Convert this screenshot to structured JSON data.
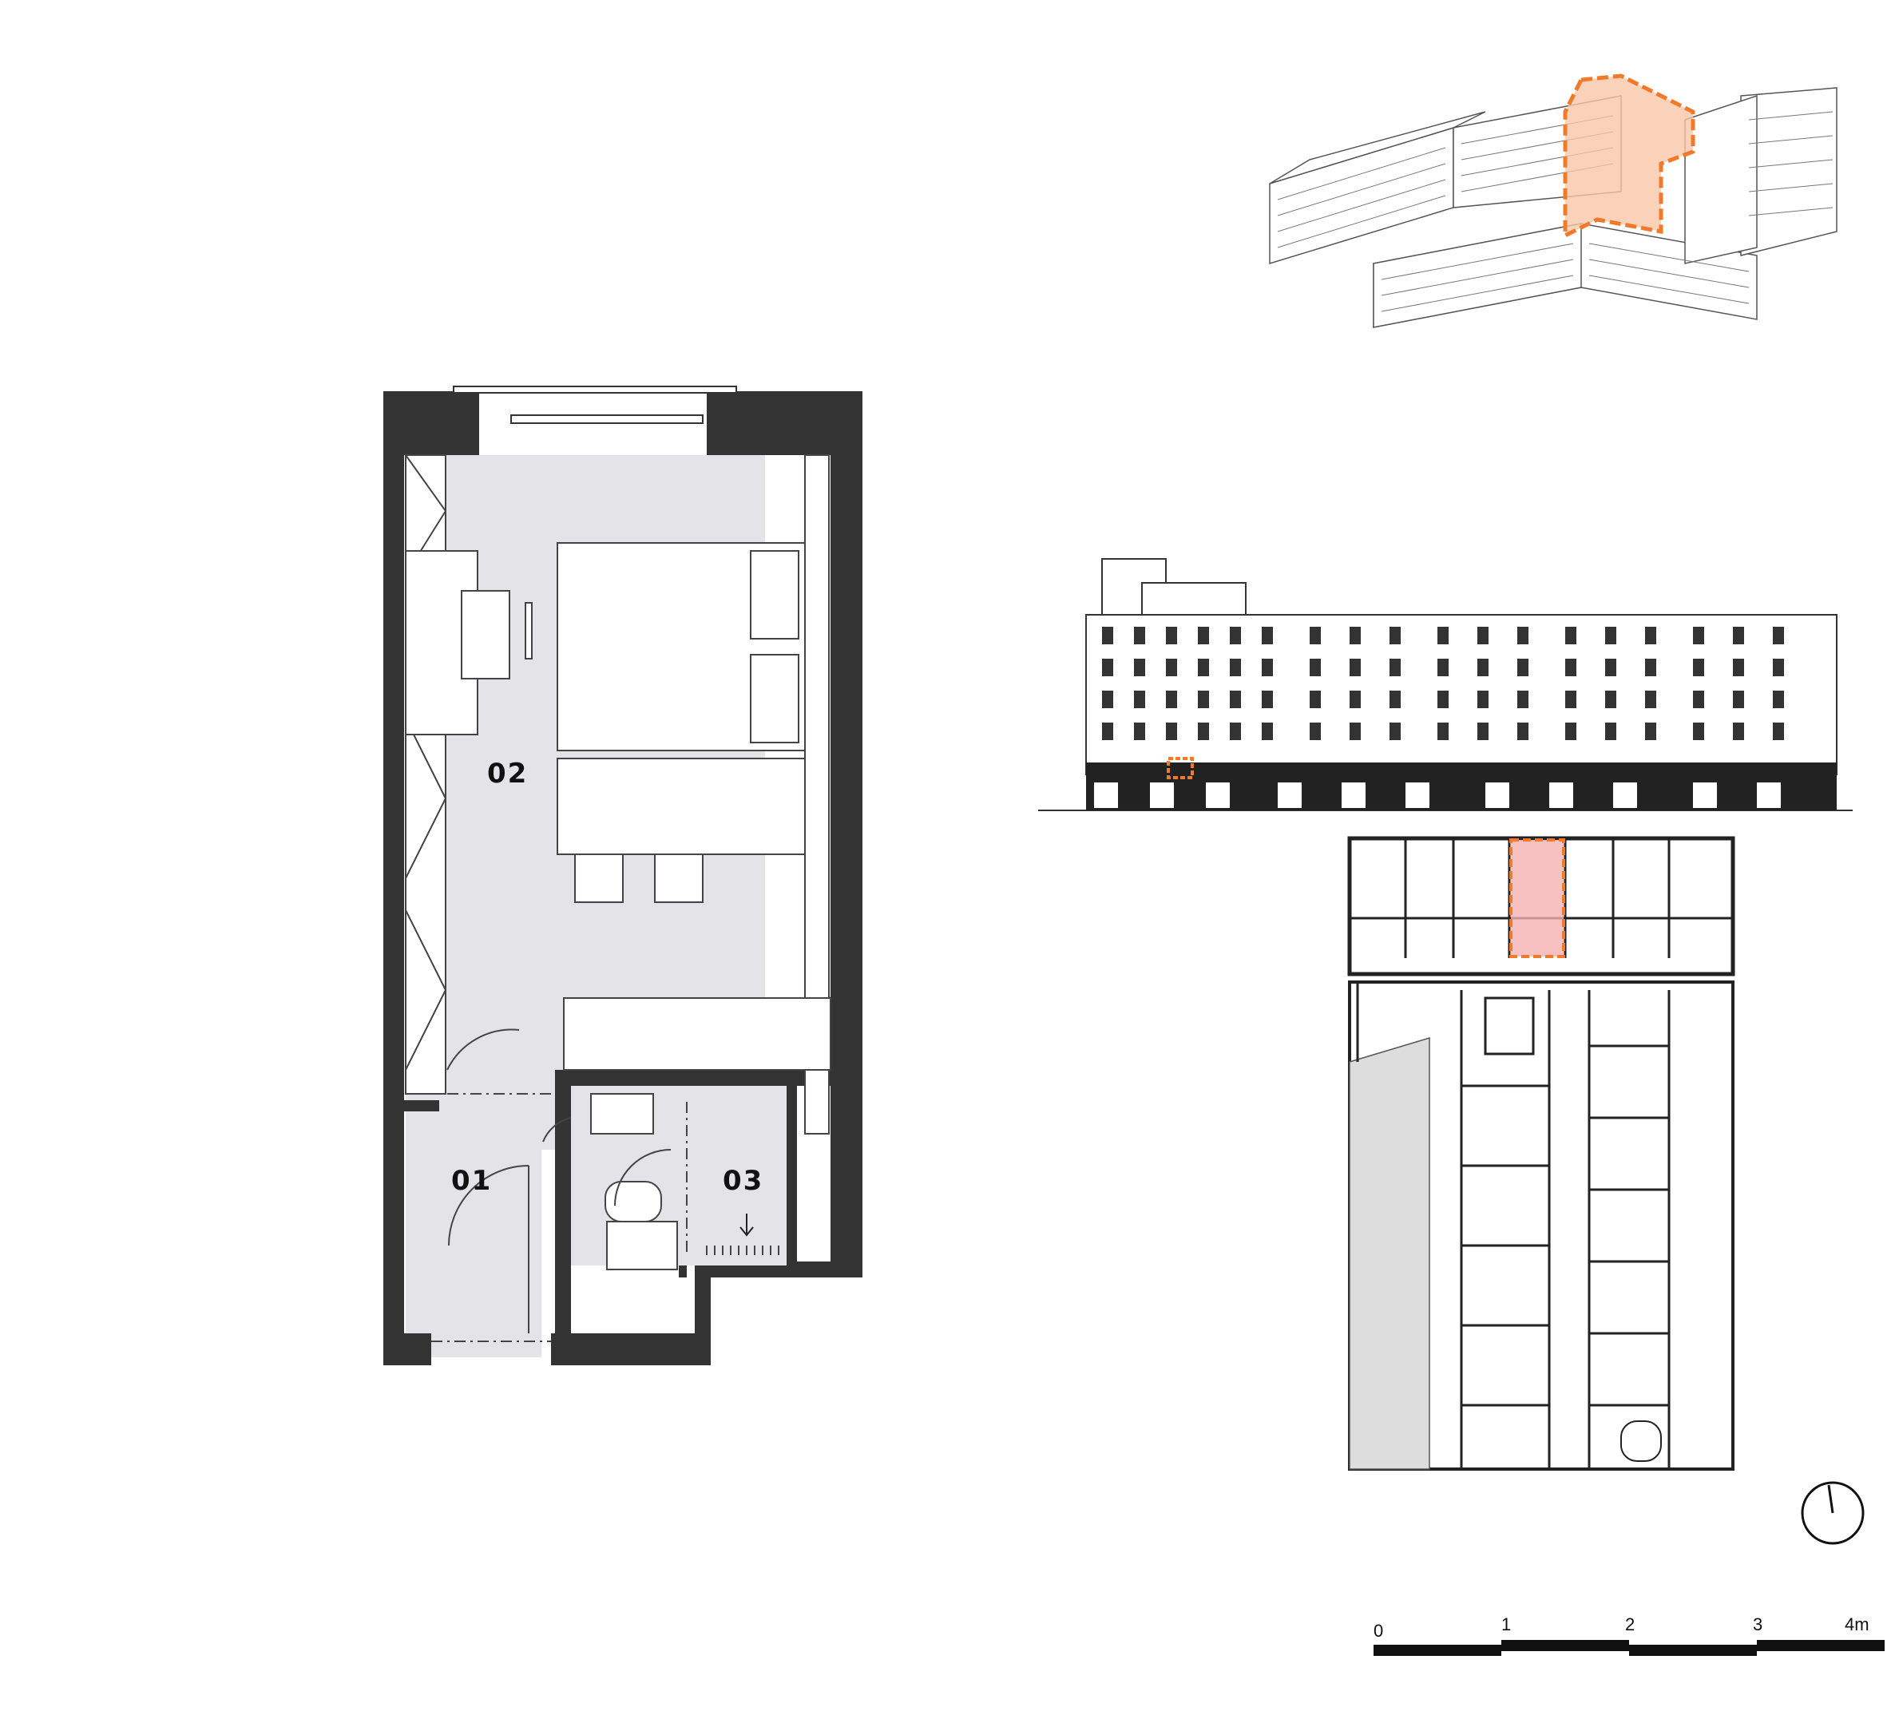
{
  "unit_plan": {
    "rooms": [
      {
        "id": "entry",
        "label": "01"
      },
      {
        "id": "living",
        "label": "02"
      },
      {
        "id": "bath",
        "label": "03"
      }
    ]
  },
  "scale_bar": {
    "ticks": [
      "0",
      "1",
      "2",
      "3",
      "4m"
    ]
  },
  "colors": {
    "wall": "#333333",
    "floor": "#e4e4e8",
    "highlight_orange": "#f07a2a",
    "highlight_fill": "#f9c6a8",
    "highlight_pink": "#f6b2b2"
  },
  "icons": [
    "north-arrow-icon",
    "down-arrow-icon"
  ]
}
